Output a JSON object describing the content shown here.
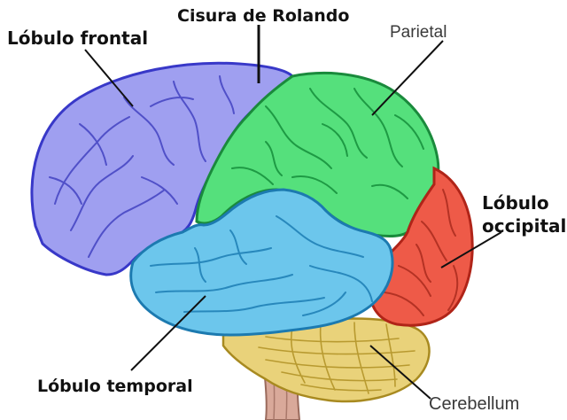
{
  "labels": {
    "frontal": "Lóbulo frontal",
    "rolando": "Cisura de Rolando",
    "parietal": "Parietal",
    "occipital_line1": "Lóbulo",
    "occipital_line2": "occipital",
    "temporal": "Lóbulo temporal",
    "cerebellum": "Cerebellum"
  },
  "colors": {
    "frontal": "#9f9ff0",
    "frontal_outline": "#3838c8",
    "parietal": "#55e07c",
    "parietal_outline": "#1a8a3c",
    "occipital": "#ee5a48",
    "occipital_outline": "#b02418",
    "temporal": "#6cc6ec",
    "temporal_outline": "#1c7ab0",
    "cerebellum": "#e9d27a",
    "cerebellum_outline": "#a88a20",
    "brainstem": "#d9a99a"
  }
}
